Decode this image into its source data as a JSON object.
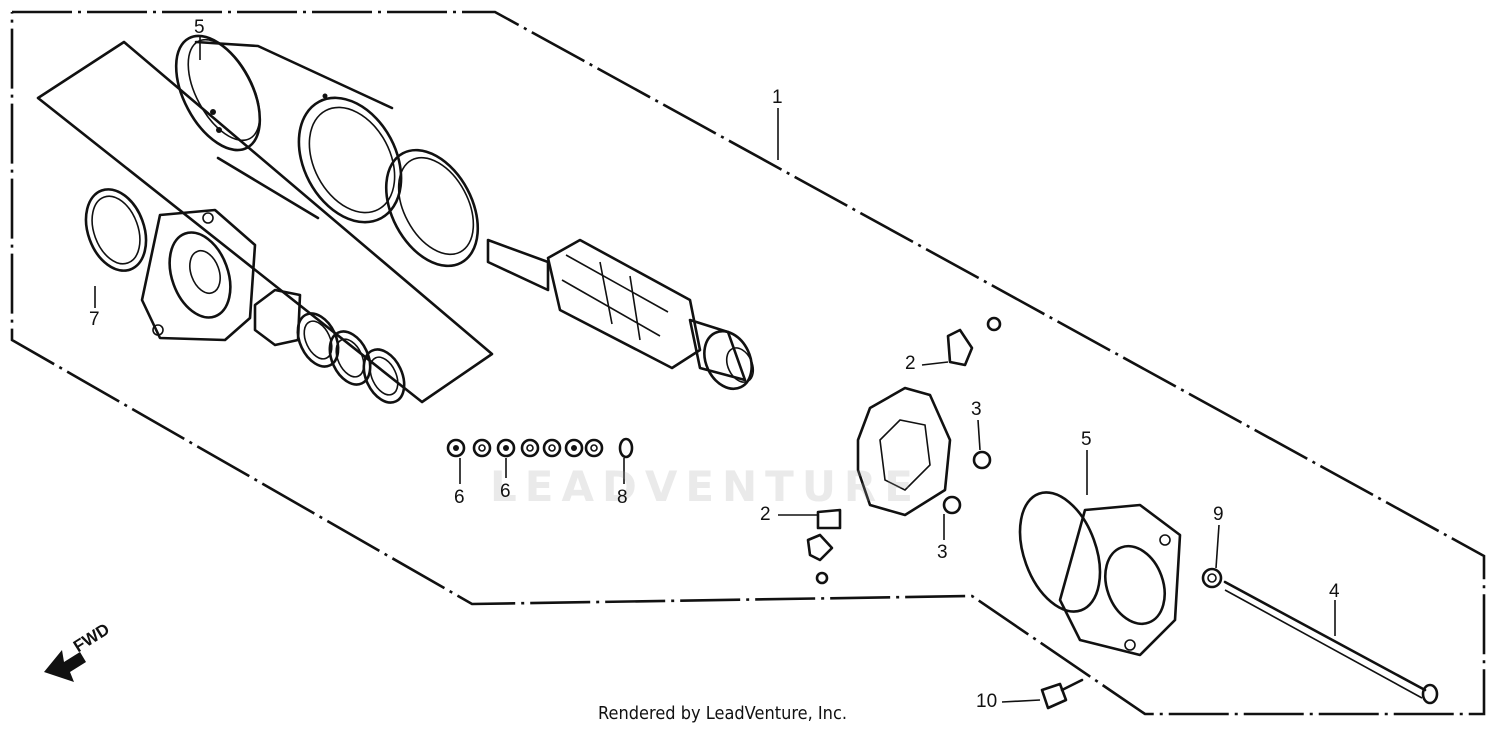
{
  "callouts": [
    {
      "id": "c1",
      "label": "1"
    },
    {
      "id": "c2a",
      "label": "2"
    },
    {
      "id": "c2b",
      "label": "2"
    },
    {
      "id": "c3a",
      "label": "3"
    },
    {
      "id": "c3b",
      "label": "3"
    },
    {
      "id": "c4",
      "label": "4"
    },
    {
      "id": "c5a",
      "label": "5"
    },
    {
      "id": "c5b",
      "label": "5"
    },
    {
      "id": "c6a",
      "label": "6"
    },
    {
      "id": "c6b",
      "label": "6"
    },
    {
      "id": "c7",
      "label": "7"
    },
    {
      "id": "c8",
      "label": "8"
    },
    {
      "id": "c9",
      "label": "9"
    },
    {
      "id": "c10",
      "label": "10"
    }
  ],
  "fwd_label": "FWD",
  "watermark": "LEADVENTURE",
  "credit": "Rendered by LeadVenture, Inc.",
  "colors": {
    "ink": "#111111",
    "watermark": "#a0a0a0",
    "background": "#ffffff"
  }
}
